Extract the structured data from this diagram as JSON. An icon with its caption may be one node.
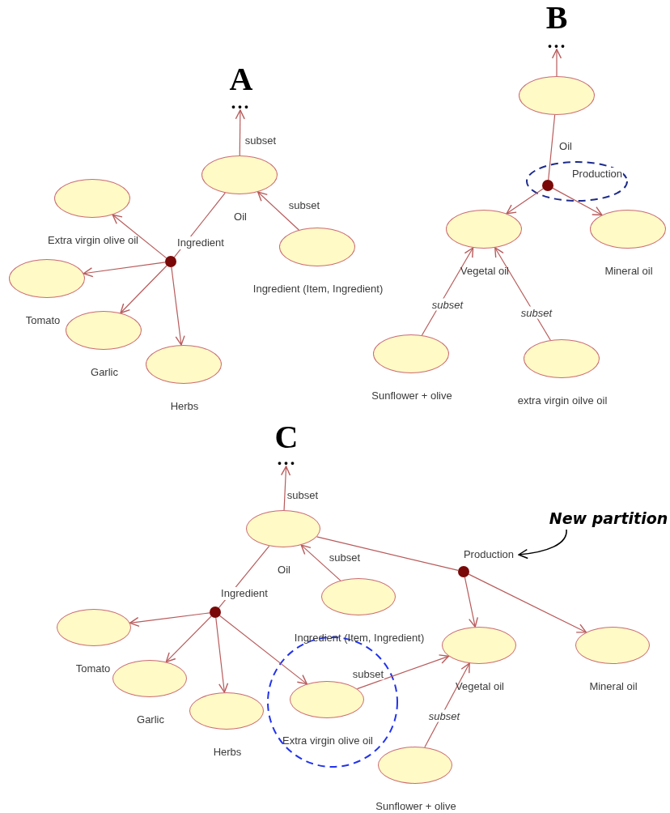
{
  "diagram": {
    "nodes": [
      {
        "text": [
          "..."
        ]
      },
      {
        "text": [
          "Oil"
        ]
      },
      {
        "text": [
          "Extra virgin olive oil"
        ]
      },
      {
        "text": [
          "Ingredient"
        ]
      },
      {
        "text": [
          "Ingredient (Item, Ingredient)"
        ]
      },
      {
        "text": [
          "Tomato"
        ]
      },
      {
        "text": [
          "Garlic"
        ]
      },
      {
        "text": [
          "Herbs"
        ]
      },
      {
        "text": [
          "..."
        ]
      },
      {
        "text": [
          "Oil"
        ]
      },
      {
        "text": [
          "Production"
        ]
      },
      {
        "text": [
          "Vegetal oil"
        ]
      },
      {
        "text": [
          "Mineral oil"
        ]
      },
      {
        "text": [
          "Sunflower + olive"
        ]
      },
      {
        "text": [
          "extra virgin oilve oil"
        ]
      },
      {
        "text": [
          "..."
        ]
      },
      {
        "text": [
          "New partition"
        ]
      },
      {
        "text": [
          "Oil"
        ]
      },
      {
        "text": [
          "Production"
        ]
      },
      {
        "text": [
          "Ingredient"
        ]
      },
      {
        "text": [
          "Ingredient (Item, Ingredient)"
        ]
      },
      {
        "text": [
          "Tomato"
        ]
      },
      {
        "text": [
          "Vegetal oil"
        ]
      },
      {
        "text": [
          "Mineral oil"
        ]
      },
      {
        "text": [
          "Garlic"
        ]
      },
      {
        "text": [
          "Extra virgin olive oil"
        ]
      },
      {
        "text": [
          "Herbs"
        ]
      },
      {
        "text": [
          "Sunflower + olive"
        ]
      }
    ],
    "edges": [
      {
        "from": 1,
        "to": 0,
        "arrow": "to",
        "label": "subset"
      },
      {
        "from": 4,
        "to": 1,
        "arrow": "to",
        "label": "subset"
      },
      {
        "from": 1,
        "to": 3,
        "arrow": "none"
      },
      {
        "from": 3,
        "to": 2,
        "arrow": "to"
      },
      {
        "from": 3,
        "to": 5,
        "arrow": "to"
      },
      {
        "from": 3,
        "to": 6,
        "arrow": "to"
      },
      {
        "from": 3,
        "to": 7,
        "arrow": "to"
      },
      {
        "from": 9,
        "to": 8,
        "arrow": "to"
      },
      {
        "from": 9,
        "to": 10,
        "arrow": "none"
      },
      {
        "from": 10,
        "to": 11,
        "arrow": "to"
      },
      {
        "from": 10,
        "to": 12,
        "arrow": "to"
      },
      {
        "from": 13,
        "to": 11,
        "arrow": "to",
        "label": "subset"
      },
      {
        "from": 14,
        "to": 11,
        "arrow": "to",
        "label": "subset"
      },
      {
        "from": 17,
        "to": 15,
        "arrow": "to",
        "label": "subset"
      },
      {
        "from": 20,
        "to": 17,
        "arrow": "to",
        "label": "subset"
      },
      {
        "from": 17,
        "to": 19,
        "arrow": "none"
      },
      {
        "from": 17,
        "to": 18,
        "arrow": "none"
      },
      {
        "from": 19,
        "to": 21,
        "arrow": "to"
      },
      {
        "from": 19,
        "to": 24,
        "arrow": "to"
      },
      {
        "from": 19,
        "to": 26,
        "arrow": "to"
      },
      {
        "from": 19,
        "to": 25,
        "arrow": "to"
      },
      {
        "from": 18,
        "to": 22,
        "arrow": "to"
      },
      {
        "from": 18,
        "to": 23,
        "arrow": "to"
      },
      {
        "from": 25,
        "to": 22,
        "arrow": "to",
        "label": "subset"
      },
      {
        "from": 27,
        "to": 22,
        "arrow": "to",
        "label": "subset"
      },
      {
        "from": 16,
        "to": 18,
        "arrow": "to",
        "color": "#000000"
      }
    ],
    "labels": [
      "A",
      "B",
      "C"
    ]
  }
}
